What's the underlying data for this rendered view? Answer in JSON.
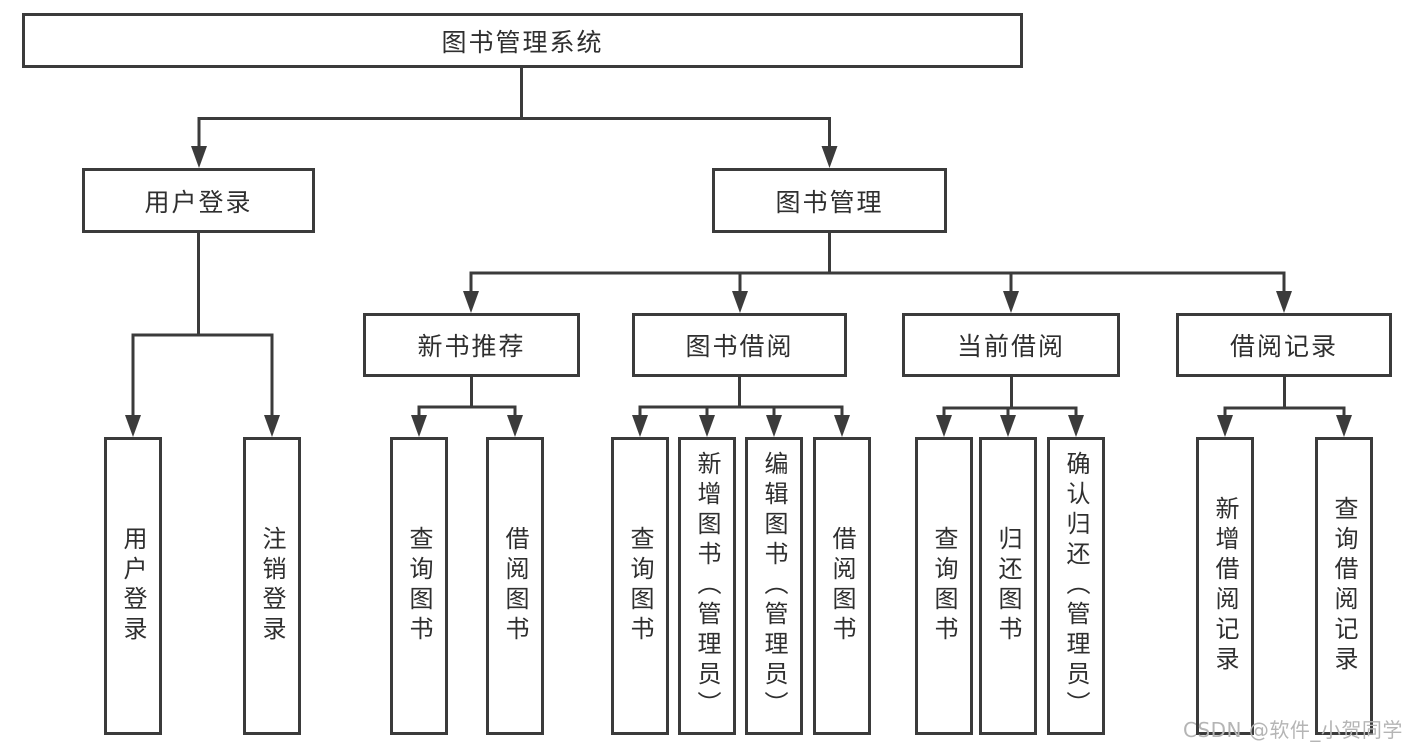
{
  "tree": {
    "label": "图书管理系统",
    "children": [
      {
        "label": "用户登录",
        "children": [
          {
            "label": "用户登录"
          },
          {
            "label": "注销登录"
          }
        ]
      },
      {
        "label": "图书管理",
        "children": [
          {
            "label": "新书推荐",
            "children": [
              {
                "label": "查询图书"
              },
              {
                "label": "借阅图书"
              }
            ]
          },
          {
            "label": "图书借阅",
            "children": [
              {
                "label": "查询图书"
              },
              {
                "label": "新增图书（管理员）"
              },
              {
                "label": "编辑图书（管理员）"
              },
              {
                "label": "借阅图书"
              }
            ]
          },
          {
            "label": "当前借阅",
            "children": [
              {
                "label": "查询图书"
              },
              {
                "label": "归还图书"
              },
              {
                "label": "确认归还（管理员）"
              }
            ]
          },
          {
            "label": "借阅记录",
            "children": [
              {
                "label": "新增借阅记录"
              },
              {
                "label": "查询借阅记录"
              }
            ]
          }
        ]
      }
    ]
  },
  "colors": {
    "line": "#3b3b3b",
    "text": "#2f2f2f",
    "watermark": "#b5b5b5",
    "background": "#ffffff"
  },
  "watermark": {
    "text": "CSDN @软件_小贺同学"
  }
}
